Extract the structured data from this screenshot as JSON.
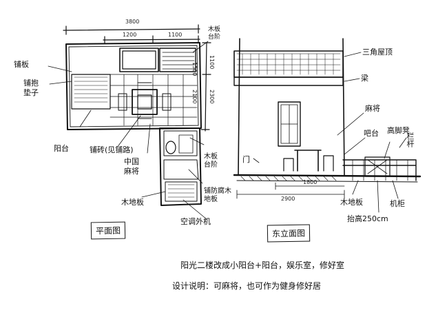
{
  "plan": {
    "title": "平面图",
    "dims": {
      "total_width": "3800",
      "seg_a": "1200",
      "seg_b": "1100",
      "side_a": "1100",
      "side_b": "2300",
      "side_c": "1500",
      "side_d": "2100"
    },
    "labels": {
      "board_floor_left": "铺板",
      "mat": "铺抱\n垫子",
      "balcony": "阳台",
      "paving": "铺砖(见铺路)",
      "mahjong": "中国\n麻将",
      "wood_shelf_top": "木板\n台阶",
      "wood_step": "木板\n台阶",
      "wood_board": "木地板",
      "outdoor_floor": "铺防腐木\n地板",
      "ac_unit": "空调外机"
    }
  },
  "elevation": {
    "title": "东立面图",
    "dims": {
      "bottom_total": "2900",
      "bottom_seg": "1800"
    },
    "labels": {
      "roof": "三角屋顶",
      "beam": "梁",
      "mahjong_table": "麻将",
      "bar": "吧台",
      "bar_chair": "高脚凳",
      "railing": "栏杆",
      "door": "门",
      "wood_floor": "木地板",
      "machine_cabinet": "机柜",
      "raise": "抬高250cm"
    }
  },
  "captions": {
    "line1": "阳光二楼改成小阳台+阳台，娱乐室，修好室",
    "line2": "设计说明：可麻将，也可作为健身修好居"
  }
}
